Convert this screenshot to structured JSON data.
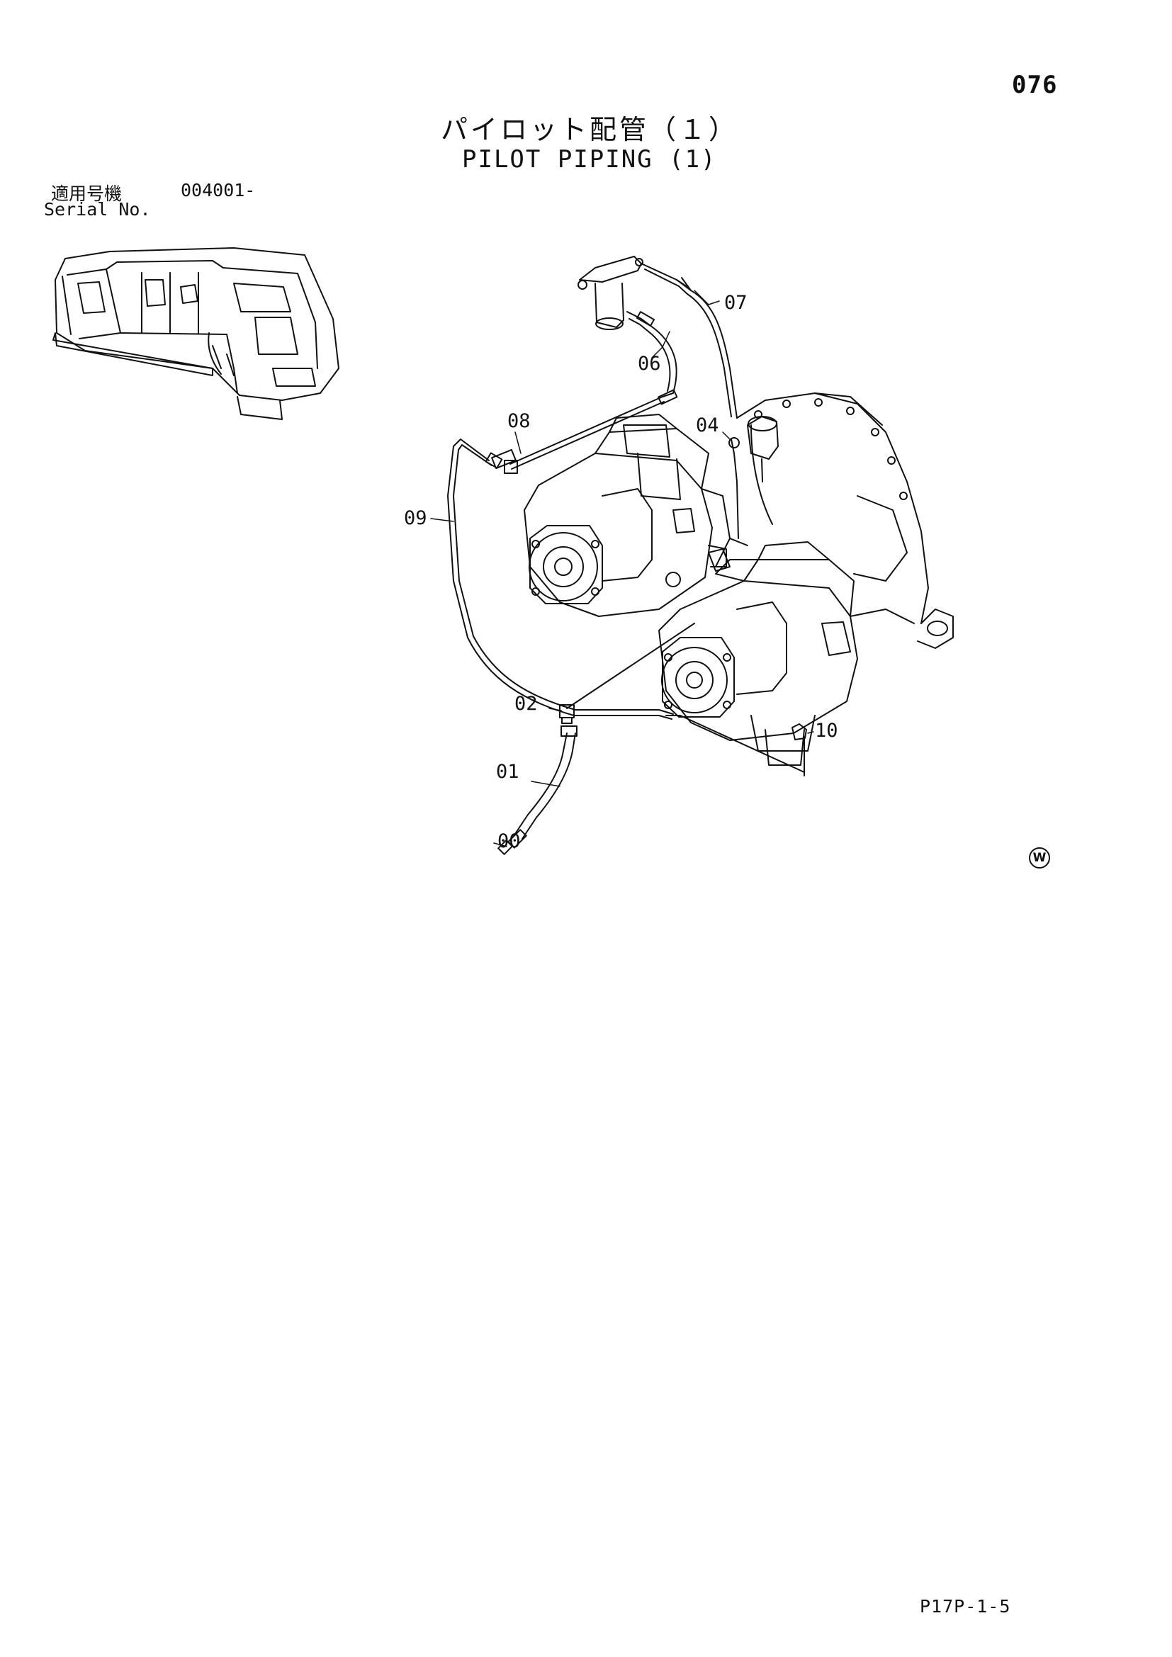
{
  "page": {
    "number": "076",
    "title_jp": "パイロット配管（１）",
    "title_en": "PILOT PIPING (1)",
    "serial_label_jp": "適用号機",
    "serial_number": "004001-",
    "serial_label_en": "Serial No.",
    "footer_code": "P17P-1-5",
    "corner_mark": "W"
  },
  "callouts": [
    {
      "id": "00",
      "label": "00"
    },
    {
      "id": "01",
      "label": "01"
    },
    {
      "id": "02",
      "label": "02"
    },
    {
      "id": "04",
      "label": "04"
    },
    {
      "id": "06",
      "label": "06"
    },
    {
      "id": "07",
      "label": "07"
    },
    {
      "id": "08",
      "label": "08"
    },
    {
      "id": "09",
      "label": "09"
    },
    {
      "id": "10",
      "label": "10"
    }
  ]
}
